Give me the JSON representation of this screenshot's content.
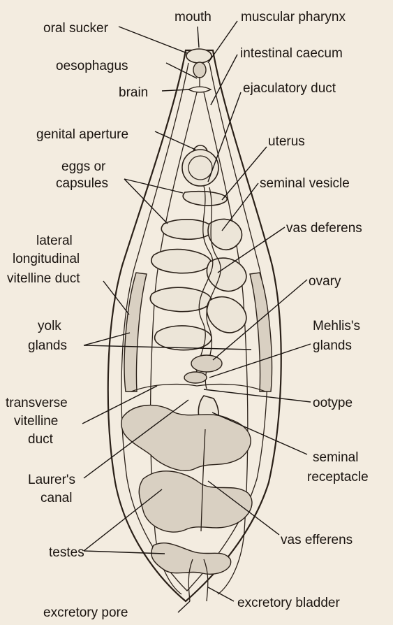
{
  "labels": {
    "mouth": "mouth",
    "oral_sucker": "oral sucker",
    "muscular_pharynx": "muscular pharynx",
    "oesophagus": "oesophagus",
    "intestinal_caecum": "intestinal caecum",
    "brain": "brain",
    "ejaculatory_duct": "ejaculatory duct",
    "genital_aperture": "genital aperture",
    "uterus": "uterus",
    "eggs_or_capsules_line1": "eggs or",
    "eggs_or_capsules_line2": "capsules",
    "seminal_vesicle": "seminal vesicle",
    "vas_deferens": "vas deferens",
    "lateral_vitelline_line1": "lateral",
    "lateral_vitelline_line2": "longitudinal",
    "lateral_vitelline_line3": "vitelline duct",
    "ovary": "ovary",
    "yolk_glands_line1": "yolk",
    "yolk_glands_line2": "glands",
    "mehlis_glands_line1": "Mehlis's",
    "mehlis_glands_line2": "glands",
    "transverse_vitelline_line1": "transverse",
    "transverse_vitelline_line2": "vitelline",
    "transverse_vitelline_line3": "duct",
    "ootype": "ootype",
    "seminal_receptacle_line1": "seminal",
    "seminal_receptacle_line2": "receptacle",
    "laurers_canal_line1": "Laurer's",
    "laurers_canal_line2": "canal",
    "testes": "testes",
    "vas_efferens": "vas efferens",
    "excretory_pore": "excretory pore",
    "excretory_bladder": "excretory bladder"
  }
}
